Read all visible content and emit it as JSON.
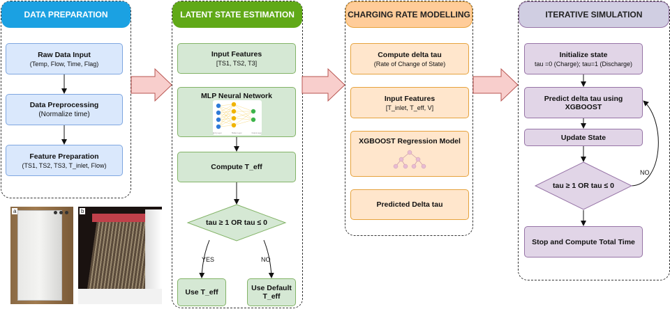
{
  "lanes": [
    {
      "title": "DATA PREPARATION",
      "color": "#1ba1e2"
    },
    {
      "title": "LATENT STATE ESTIMATION",
      "color": "#60a917"
    },
    {
      "title": "CHARGING RATE MODELLING",
      "color": "#ffcc99"
    },
    {
      "title": "ITERATIVE SIMULATION",
      "color": "#d0cee2"
    }
  ],
  "data_prep": {
    "raw": {
      "title": "Raw Data Input",
      "sub": "(Temp, Flow, Time, Flag)"
    },
    "pre": {
      "title": "Data Preprocessing",
      "sub": "(Normalize time)"
    },
    "feat": {
      "title": "Feature Preparation",
      "sub": "(TS1, TS2, TS3, T_inlet, Flow)"
    },
    "photo_labels": [
      "a",
      "b"
    ]
  },
  "latent": {
    "input": {
      "title": "Input Features",
      "sub": "[TS1, TS2, T3]"
    },
    "mlp": {
      "title": "MLP Neural Network",
      "layer_labels": [
        "Entry Layer",
        "Hidden Layer",
        "Output Layer"
      ]
    },
    "compute": {
      "title": "Compute T_eff"
    },
    "decision": "tau ≥ 1 OR tau ≤ 0",
    "yes_label": "YES",
    "no_label": "NO",
    "use_teff": "Use T_eff",
    "use_default": "Use  Default T_eff"
  },
  "charging": {
    "delta": {
      "title": "Compute delta tau",
      "sub": "(Rate of Change of State)"
    },
    "input": {
      "title": "Input Features",
      "sub": "[T_inlet, T_eff, V]"
    },
    "xgb": {
      "title": "XGBOOST Regression Model"
    },
    "pred": {
      "title": "Predicted Delta tau"
    }
  },
  "sim": {
    "init": {
      "title": "Initialize state",
      "sub": "tau =0 (Charge); tau=1 (Discharge)"
    },
    "predict": {
      "title": "Predict delta tau using XGBOOST"
    },
    "update": {
      "title": "Update State"
    },
    "decision": "tau ≥ 1 OR tau ≤ 0",
    "no_label": "NO",
    "stop": {
      "title": "Stop and Compute Total Time"
    }
  }
}
